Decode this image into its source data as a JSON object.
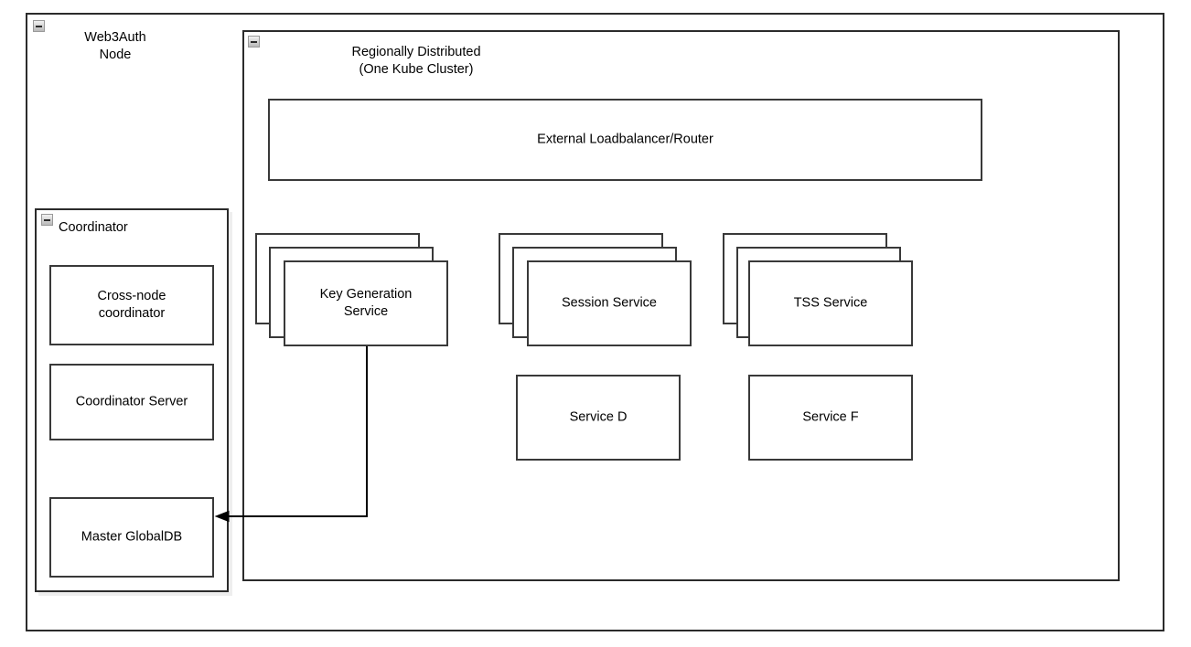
{
  "diagram": {
    "title": "Web3Auth Node Architecture",
    "type": "system-architecture",
    "stroke_color": "#393939",
    "background_color": "#ffffff"
  },
  "outer_node": {
    "label": "Web3Auth\nNode",
    "collapse_icon": "collapse-minus-icon"
  },
  "region": {
    "label": "Regionally Distributed\n(One Kube Cluster)",
    "collapse_icon": "collapse-minus-icon"
  },
  "coordinator": {
    "label": "Coordinator",
    "collapse_icon": "collapse-minus-icon",
    "children": [
      {
        "label": "Cross-node\ncoordinator"
      },
      {
        "label": "Coordinator Server"
      },
      {
        "label": "Master GlobalDB"
      }
    ]
  },
  "loadbalancer": {
    "label": "External Loadbalancer/Router"
  },
  "stacked_services": [
    {
      "label": "Key Generation\nService",
      "copies": 3
    },
    {
      "label": "Session Service",
      "copies": 3
    },
    {
      "label": "TSS Service",
      "copies": 3
    }
  ],
  "plain_services": [
    {
      "label": "Service D"
    },
    {
      "label": "Service F"
    }
  ],
  "connections": [
    {
      "from": "Key Generation Service",
      "to": "Master GlobalDB",
      "arrow": "single",
      "label": ""
    }
  ]
}
